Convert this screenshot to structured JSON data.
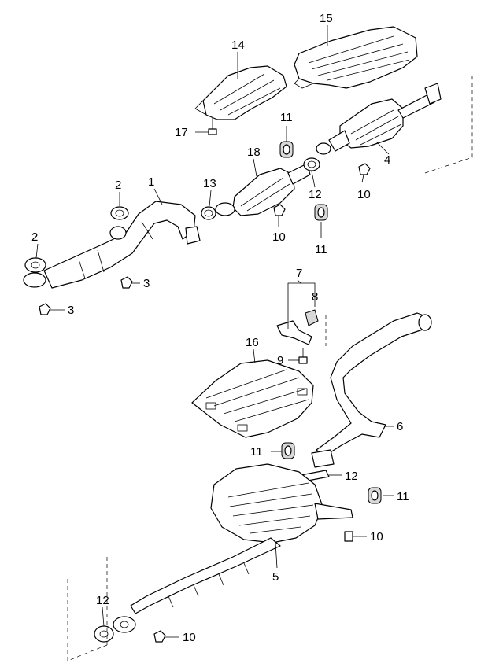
{
  "callouts": {
    "c1": "1",
    "c2a": "2",
    "c2b": "2",
    "c3a": "3",
    "c3b": "3",
    "c4": "4",
    "c5": "5",
    "c6": "6",
    "c7": "7",
    "c8": "8",
    "c9": "9",
    "c10a": "10",
    "c10b": "10",
    "c10c": "10",
    "c10d": "10",
    "c11a": "11",
    "c11b": "11",
    "c11c": "11",
    "c11d": "11",
    "c12a": "12",
    "c12b": "12",
    "c12c": "12",
    "c13": "13",
    "c14": "14",
    "c15": "15",
    "c16": "16",
    "c17": "17",
    "c18": "18"
  }
}
